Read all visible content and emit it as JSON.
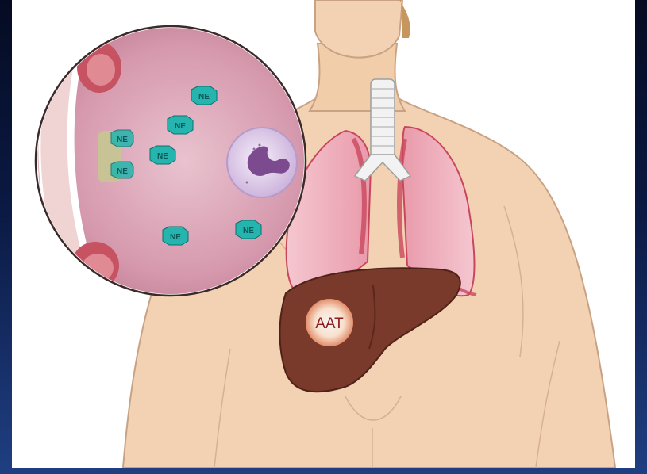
{
  "labels": {
    "enzyme": "NE",
    "protein": "AAT"
  },
  "enzyme_markers": [
    {
      "id": "ne-1"
    },
    {
      "id": "ne-2"
    },
    {
      "id": "ne-3"
    },
    {
      "id": "ne-4"
    },
    {
      "id": "ne-5"
    },
    {
      "id": "ne-6"
    },
    {
      "id": "ne-7"
    },
    {
      "id": "ne-8"
    }
  ],
  "colors": {
    "skin": "#f3d2b3",
    "skin_outline": "#c9a283",
    "lung": "#f0b6c2",
    "lung_dark": "#c9475d",
    "liver": "#7a3a2b",
    "trachea": "#f2f2f2",
    "zoom_bg": "#dca3b7",
    "enzyme": "#25b4ae",
    "aat_glow": "#ffffff",
    "slide_bg": "#0b1a44"
  },
  "icons": [
    "neutrophil-cell-icon",
    "enzyme-marker-icon"
  ]
}
